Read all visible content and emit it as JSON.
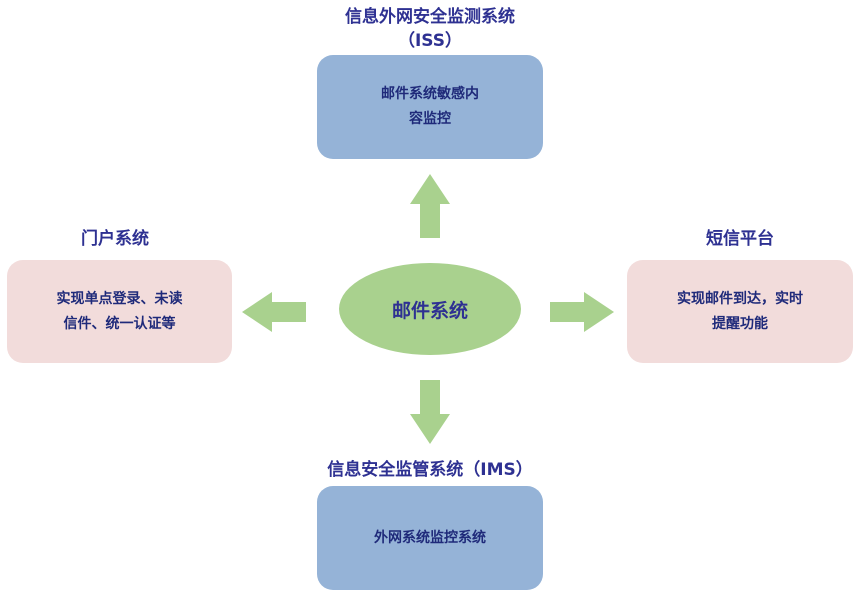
{
  "top": {
    "title_line1": "信息外网安全监测系统",
    "title_line2": "（ISS）",
    "box_line1": "邮件系统敏感内",
    "box_line2": "容监控"
  },
  "left": {
    "title": "门户系统",
    "box_line1": "实现单点登录、未读",
    "box_line2": "信件、统一认证等"
  },
  "right": {
    "title": "短信平台",
    "box_line1": "实现邮件到达，实时",
    "box_line2": "提醒功能"
  },
  "bottom": {
    "title": "信息安全监管系统（IMS）",
    "box_line1": "外网系统监控系统"
  },
  "center": {
    "label": "邮件系统"
  },
  "colors": {
    "title_text": "#2e3192",
    "blue_box": "#95b3d7",
    "pink_box": "#f2dcdb",
    "center_ellipse": "#a9d18e",
    "arrow": "#a9d18e"
  }
}
